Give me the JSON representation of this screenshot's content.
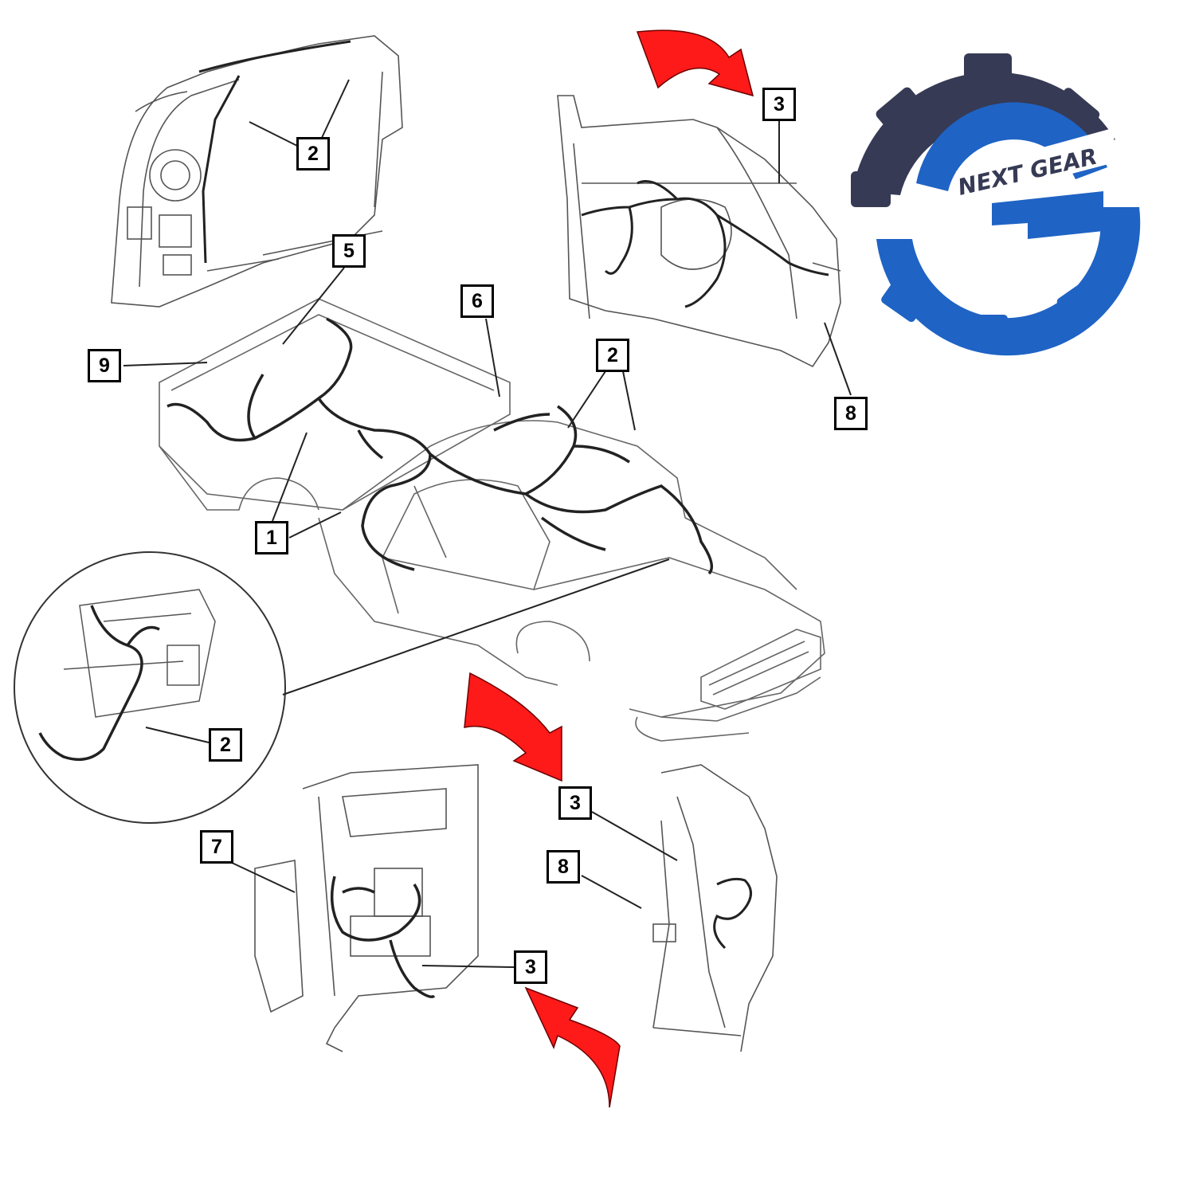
{
  "diagram": {
    "callouts": [
      {
        "id": "c2-top",
        "label": "2"
      },
      {
        "id": "c5",
        "label": "5"
      },
      {
        "id": "c9",
        "label": "9"
      },
      {
        "id": "c6",
        "label": "6"
      },
      {
        "id": "c2-mid",
        "label": "2"
      },
      {
        "id": "c1",
        "label": "1"
      },
      {
        "id": "c3-door",
        "label": "3"
      },
      {
        "id": "c8-door",
        "label": "8"
      },
      {
        "id": "c2-circle",
        "label": "2"
      },
      {
        "id": "c7",
        "label": "7"
      },
      {
        "id": "c3-lower",
        "label": "3"
      },
      {
        "id": "c3-dash",
        "label": "3"
      },
      {
        "id": "c8-lower",
        "label": "8"
      }
    ]
  },
  "logo": {
    "text": "NEXT GEAR",
    "colors": {
      "gear_dark": "#363a54",
      "gear_blue": "#1f63c5",
      "text": "#363a54"
    }
  },
  "colors": {
    "arrow": "#ff1a1a",
    "line_art": "#333333",
    "callout_border": "#000000"
  }
}
